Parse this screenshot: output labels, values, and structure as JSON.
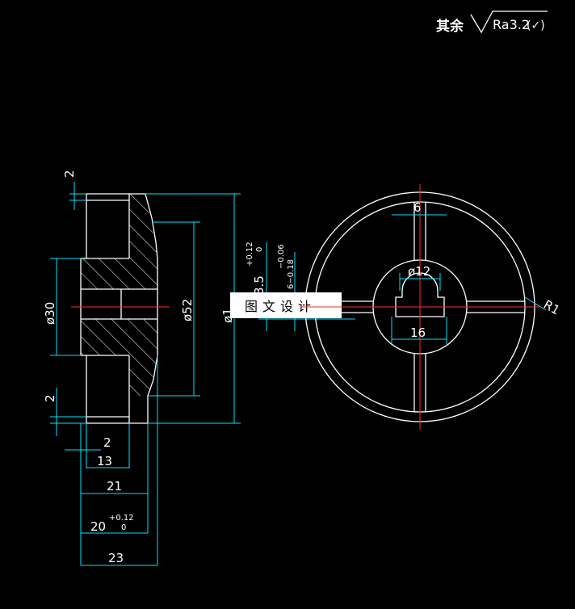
{
  "roughness_note": {
    "prefix": "其余",
    "value": "Ra3.2",
    "suffix": "(✓)"
  },
  "dimensions": {
    "chamfer_top": "2",
    "chamfer_bottom": "2",
    "dia_30": "ø30",
    "dia_52": "ø52",
    "dia_outer_partial": "ø1",
    "step_2": "2",
    "len_13": "13",
    "len_21": "21",
    "len_20": "20",
    "len_20_tol_upper": "+0.12",
    "len_20_tol_lower": "0",
    "len_23": "23",
    "keyway_depth_partial": "3.5",
    "keyway_depth_tol_upper": "+0.12",
    "keyway_depth_tol_lower": "0",
    "keyway_width_tol_upper": "−0.06",
    "keyway_width_tol_lower": "6−0.18",
    "spoke_width": "6",
    "bore_dia": "ø12",
    "key_width": "16",
    "radius": "R1"
  },
  "watermark": {
    "text": "图文设计"
  }
}
